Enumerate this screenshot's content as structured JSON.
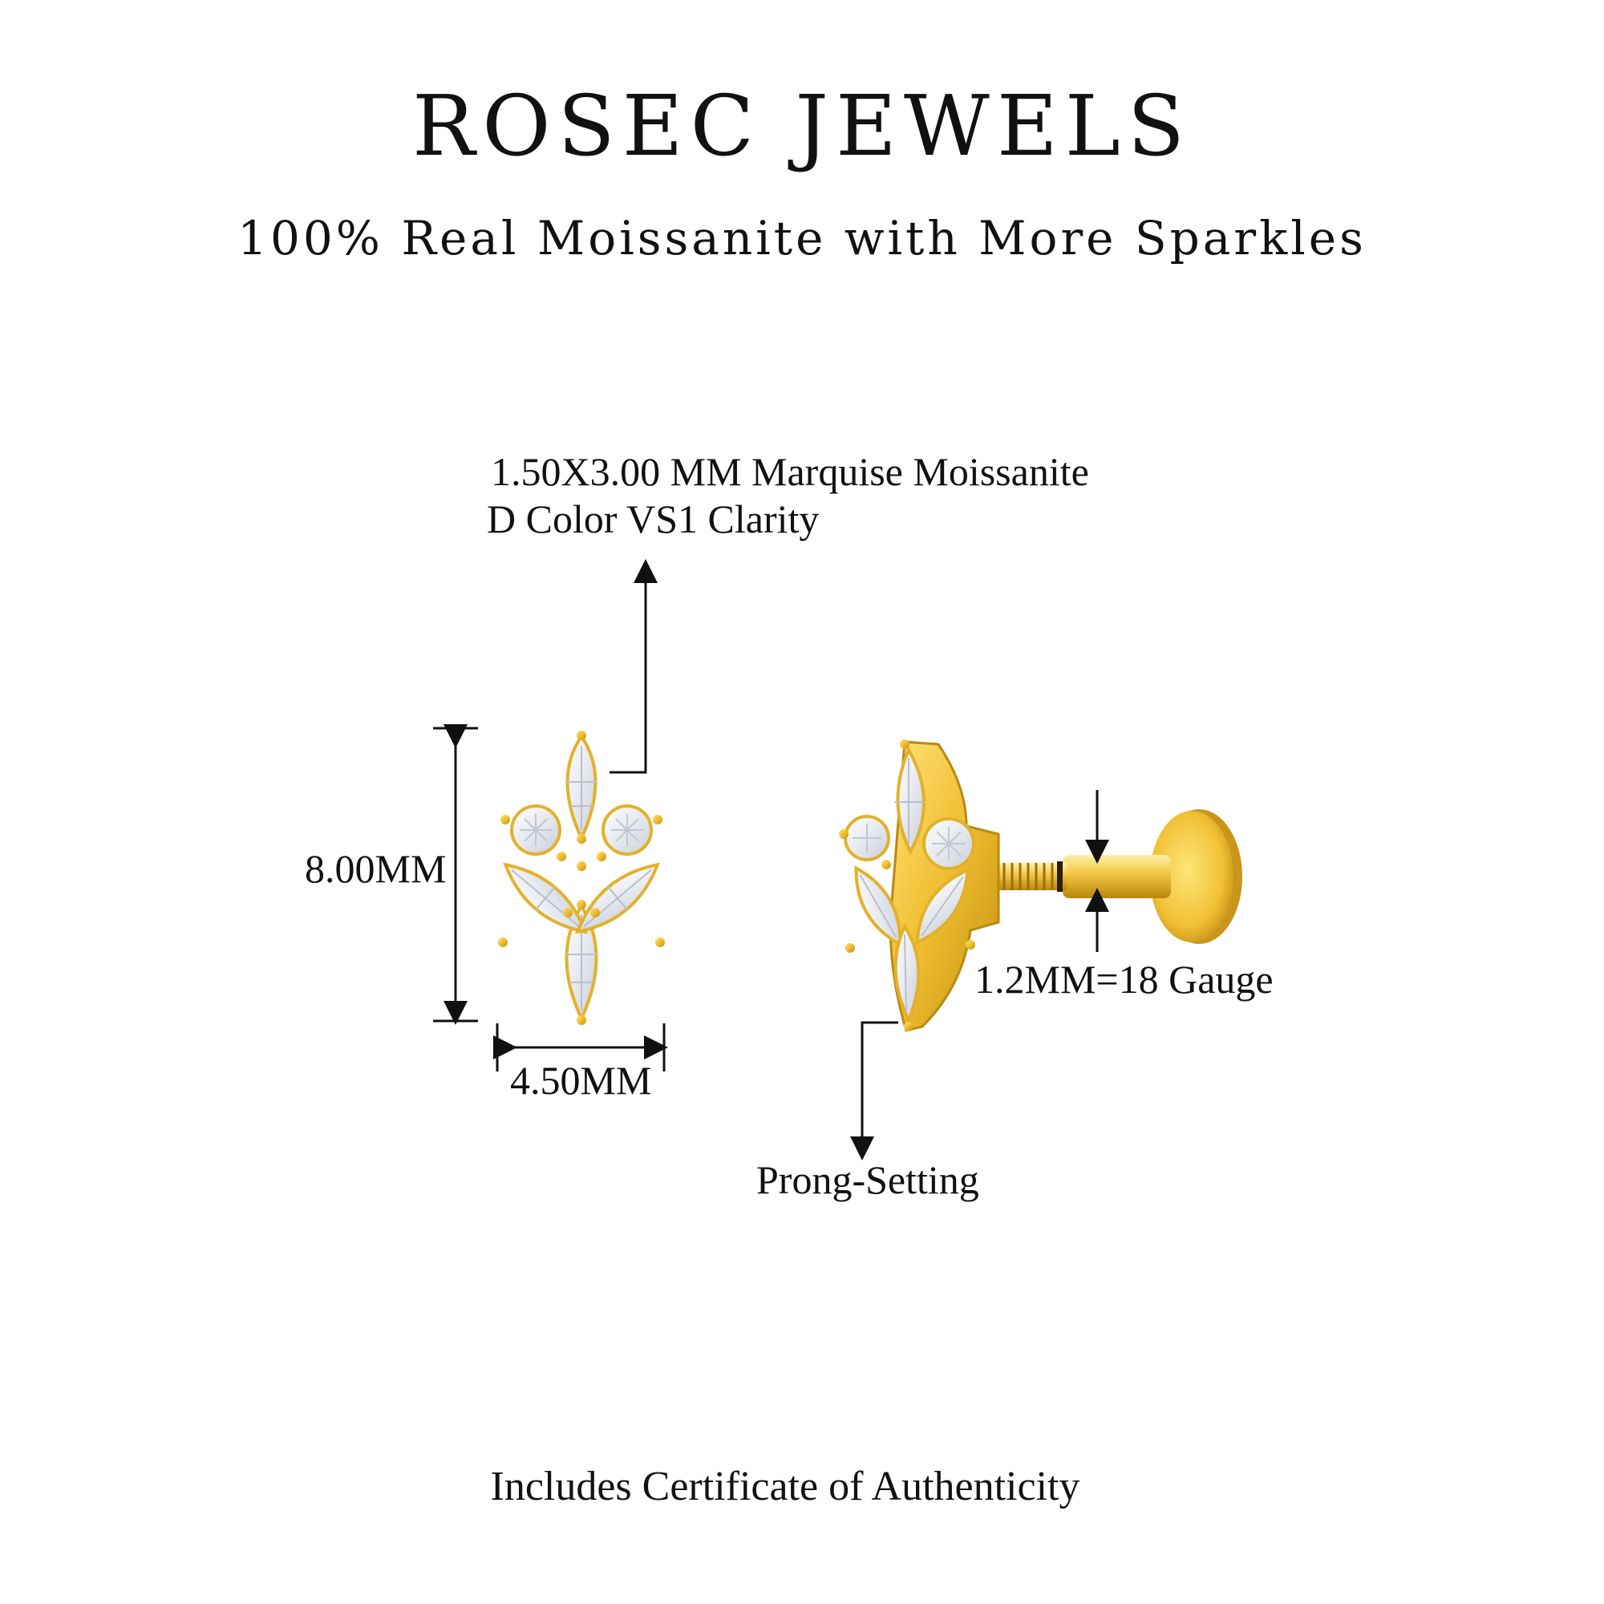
{
  "header": {
    "brand": "ROSEC JEWELS",
    "tagline": "100% Real Moissanite with More Sparkles"
  },
  "specs": {
    "stone_line1": "1.50X3.00 MM Marquise Moissanite",
    "stone_line2": "D Color VS1 Clarity",
    "height": "8.00MM",
    "width": "4.50MM",
    "gauge": "1.2MM=18 Gauge",
    "setting": "Prong-Setting"
  },
  "footer": {
    "certificate": "Includes Certificate of Authenticity"
  },
  "colors": {
    "gold": "#e8b830",
    "gold_dark": "#b88a10",
    "stone": "#f2f4f8",
    "line": "#111111"
  }
}
